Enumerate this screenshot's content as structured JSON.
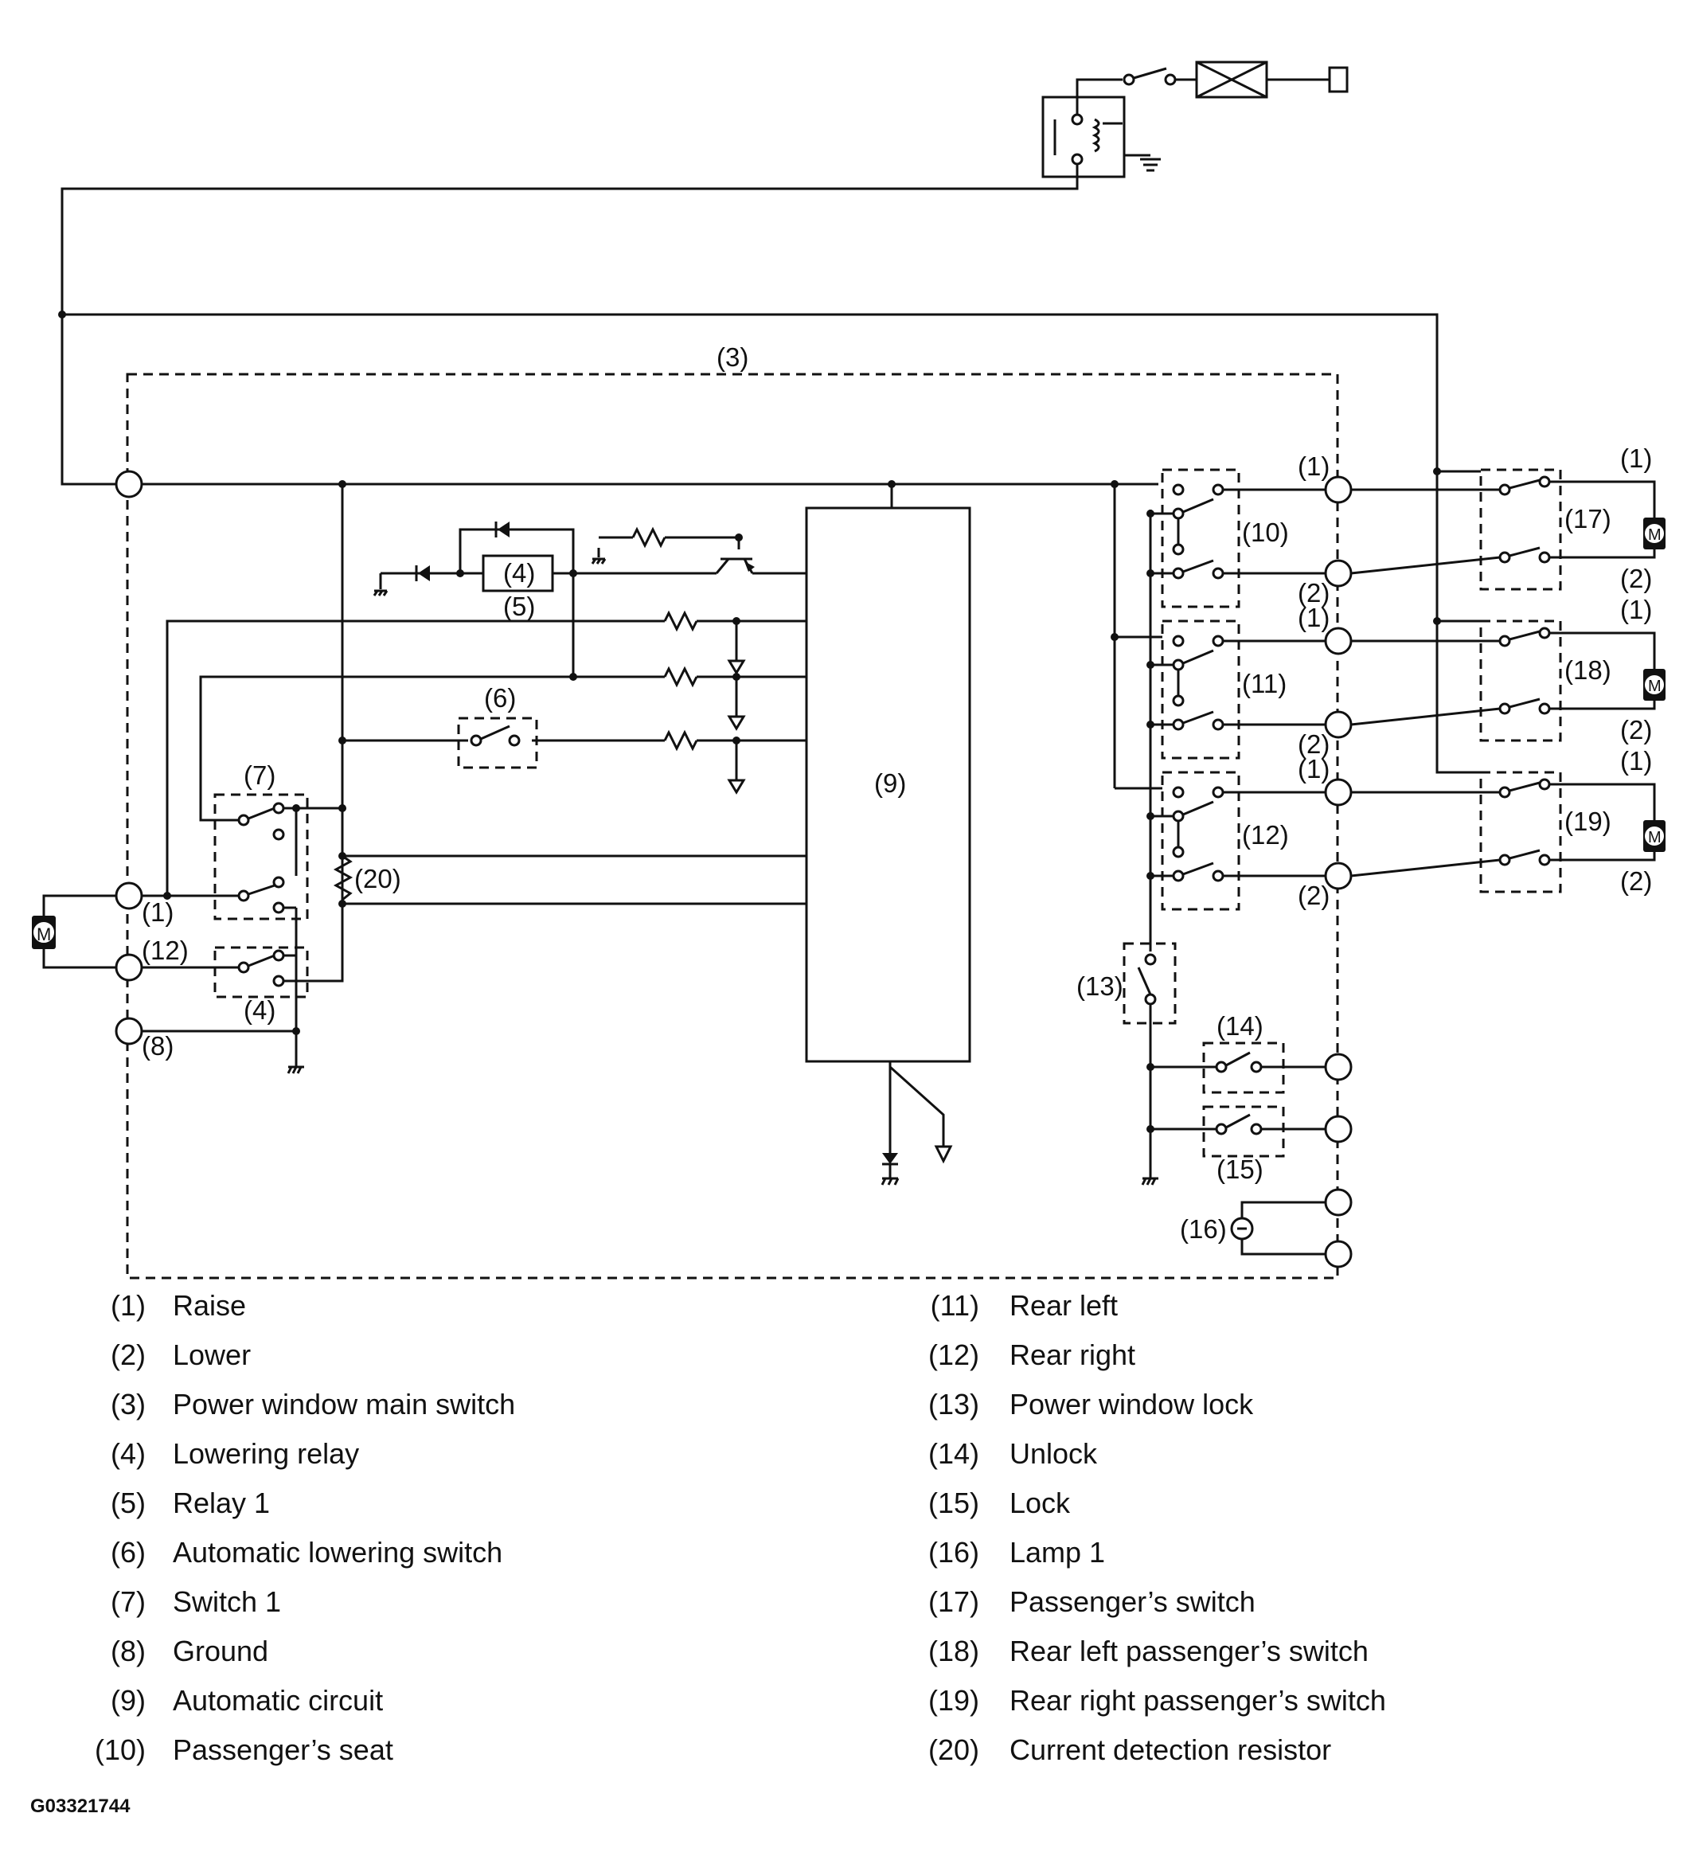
{
  "diagram": {
    "callouts": {
      "main_switch": "(3)",
      "auto_circuit": "(9)",
      "lowering_relay": "(4)",
      "relay1": "(5)",
      "auto_lower_switch": "(6)",
      "switch1": "(7)",
      "resistor": "(20)",
      "driver_raise": "(1)",
      "driver_rear_right": "(12)",
      "driver_lowering_relay": "(4)",
      "ground": "(8)",
      "block_passenger_seat": "(10)",
      "block_rear_left": "(11)",
      "block_rear_right": "(12)",
      "lock": "(13)",
      "unlock": "(14)",
      "lock_sw": "(15)",
      "lamp": "(16)",
      "sw17": "(17)",
      "sw18": "(18)",
      "sw19": "(19)",
      "raise": "(1)",
      "lower": "(2)"
    },
    "motor_label": "M"
  },
  "legend": {
    "left": [
      {
        "num": "(1)",
        "label": "Raise"
      },
      {
        "num": "(2)",
        "label": "Lower"
      },
      {
        "num": "(3)",
        "label": "Power window main switch"
      },
      {
        "num": "(4)",
        "label": "Lowering relay"
      },
      {
        "num": "(5)",
        "label": "Relay 1"
      },
      {
        "num": "(6)",
        "label": "Automatic lowering switch"
      },
      {
        "num": "(7)",
        "label": "Switch 1"
      },
      {
        "num": "(8)",
        "label": "Ground"
      },
      {
        "num": "(9)",
        "label": "Automatic circuit"
      },
      {
        "num": "(10)",
        "label": "Passenger’s seat"
      }
    ],
    "right": [
      {
        "num": "(11)",
        "label": "Rear left"
      },
      {
        "num": "(12)",
        "label": "Rear right"
      },
      {
        "num": "(13)",
        "label": "Power window lock"
      },
      {
        "num": "(14)",
        "label": "Unlock"
      },
      {
        "num": "(15)",
        "label": "Lock"
      },
      {
        "num": "(16)",
        "label": "Lamp 1"
      },
      {
        "num": "(17)",
        "label": "Passenger’s switch"
      },
      {
        "num": "(18)",
        "label": "Rear left passenger’s switch"
      },
      {
        "num": "(19)",
        "label": "Rear right passenger’s switch"
      },
      {
        "num": "(20)",
        "label": "Current detection resistor"
      }
    ]
  },
  "figure_code": "G03321744"
}
